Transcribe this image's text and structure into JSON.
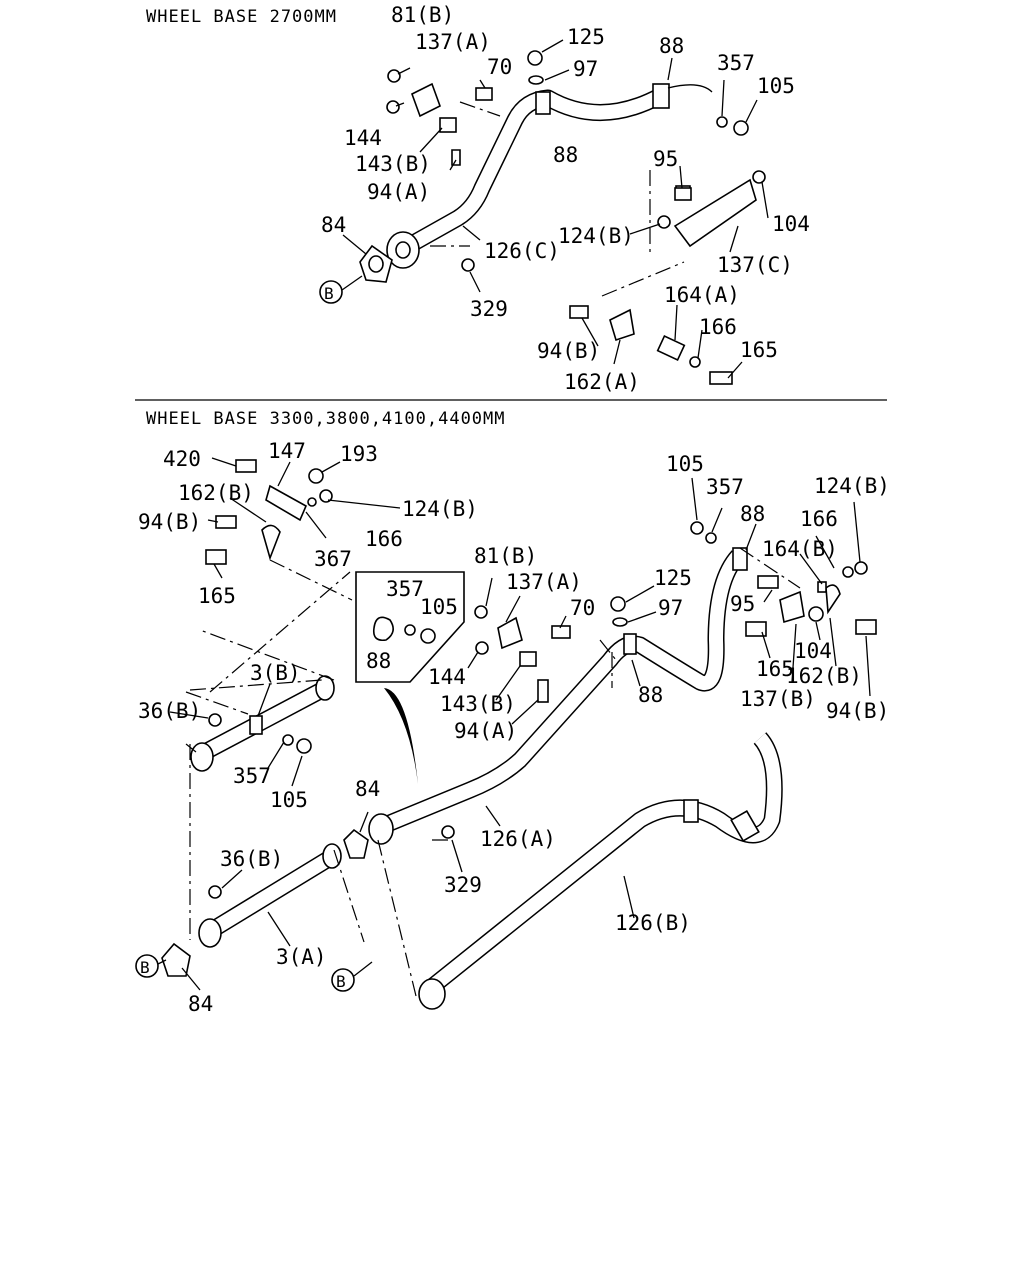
{
  "sections": [
    {
      "title": "WHEEL BASE 2700MM"
    },
    {
      "title": "WHEEL BASE 3300,3800,4100,4400MM"
    }
  ],
  "callouts_top": [
    "81(B)",
    "137(A)",
    "70",
    "144",
    "143(B)",
    "94(A)",
    "125",
    "97",
    "88",
    "88",
    "357",
    "105",
    "95",
    "104",
    "124(B)",
    "137(C)",
    "84",
    "126(C)",
    "329",
    "164(A)",
    "166",
    "165",
    "94(B)",
    "162(A)"
  ],
  "callouts_bottom": [
    "420",
    "147",
    "193",
    "162(B)",
    "124(B)",
    "94(B)",
    "166",
    "367",
    "165",
    "357",
    "105",
    "88",
    "81(B)",
    "137(A)",
    "70",
    "125",
    "97",
    "144",
    "143(B)",
    "94(A)",
    "88",
    "105",
    "357",
    "88",
    "124(B)",
    "166",
    "164(B)",
    "95",
    "165",
    "104",
    "162(B)",
    "137(B)",
    "94(B)",
    "3(B)",
    "36(B)",
    "357",
    "105",
    "84",
    "126(A)",
    "329",
    "36(B)",
    "126(B)",
    "3(A)",
    "84"
  ],
  "ref_markers": [
    "B",
    "B",
    "B"
  ]
}
